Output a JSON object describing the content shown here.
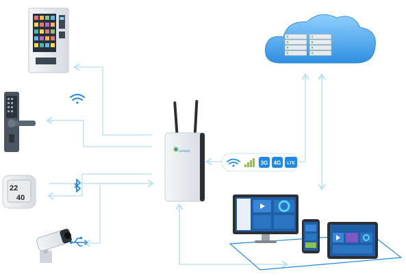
{
  "gateway": {
    "brand_text": "carlinkit"
  },
  "connectivity": {
    "badges": [
      "3G",
      "4G",
      "LTE"
    ]
  },
  "devices": {
    "thermometer": {
      "reading_top": "22",
      "reading_bottom": "40"
    }
  },
  "icons": {
    "wifi": "wifi-icon",
    "bluetooth": "bluetooth-icon",
    "usb": "usb-icon",
    "cellular": "signal-bars-icon",
    "cloud": "cloud-server-icon"
  },
  "colors": {
    "connector": "#b9dcf2",
    "accent_blue": "#1e88e5",
    "signal_green": "#8bc34a",
    "cloud_blue": "#4da6e8"
  }
}
